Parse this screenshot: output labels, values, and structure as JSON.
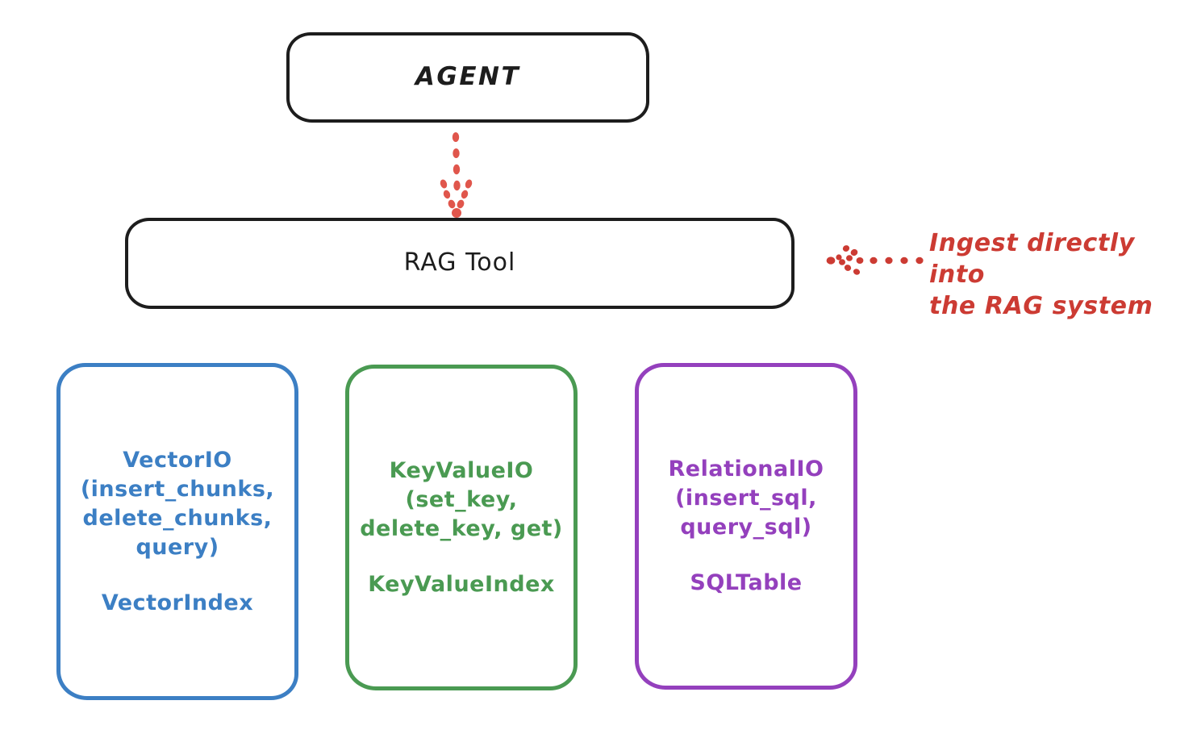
{
  "diagram": {
    "background_color": "#ffffff",
    "nodes": {
      "agent": {
        "label": "AGENT",
        "border_color": "#1d1d1d"
      },
      "rag_tool": {
        "label": "RAG Tool",
        "border_color": "#1d1d1d"
      },
      "vector_io": {
        "api_label": "VectorIO\n(insert_chunks,\ndelete_chunks,\nquery)",
        "index_label": "VectorIndex",
        "color": "#3c7fc4"
      },
      "key_value_io": {
        "api_label": "KeyValueIO\n(set_key,\ndelete_key, get)",
        "index_label": "KeyValueIndex",
        "color": "#4a9a52"
      },
      "relational_io": {
        "api_label": "RelationalIO\n(insert_sql,\nquery_sql)",
        "index_label": "SQLTable",
        "color": "#9440bd"
      }
    },
    "annotations": {
      "ingest": {
        "text": "Ingest directly into\nthe RAG system",
        "color": "#cc3b33"
      }
    },
    "connectors": {
      "agent_to_rag": {
        "style": "dotted",
        "color": "#e0564c",
        "direction": "down"
      },
      "annotation_to_rag": {
        "style": "dotted",
        "color": "#cc3b33",
        "direction": "left"
      }
    }
  }
}
